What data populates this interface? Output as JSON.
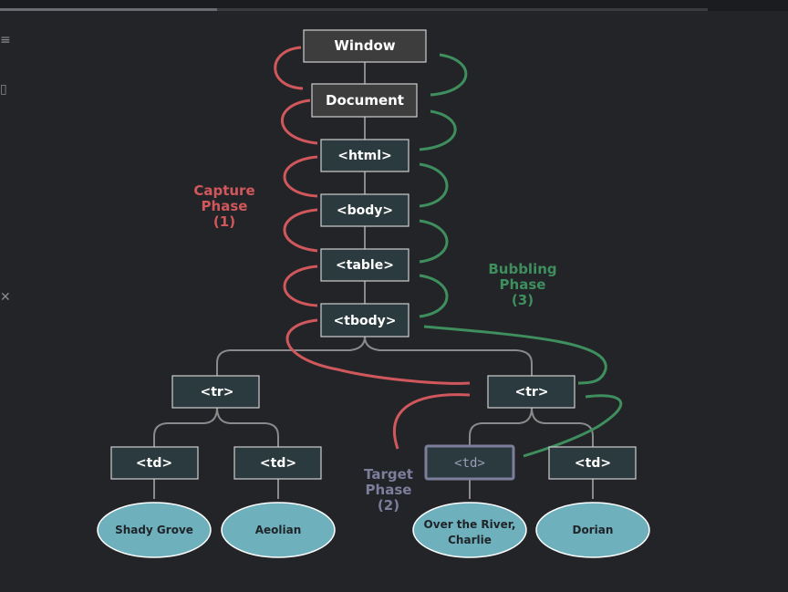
{
  "nodes": {
    "window": "Window",
    "document": "Document",
    "html": "<html>",
    "body": "<body>",
    "table": "<table>",
    "tbody": "<tbody>",
    "tr_left": "<tr>",
    "tr_right": "<tr>",
    "td1": "<td>",
    "td2": "<td>",
    "td_target": "<td>",
    "td4": "<td>"
  },
  "leaves": {
    "leaf1": "Shady Grove",
    "leaf2": "Aeolian",
    "leaf3_line1": "Over the River,",
    "leaf3_line2": "Charlie",
    "leaf4": "Dorian"
  },
  "phases": {
    "capture": {
      "line1": "Capture",
      "line2": "Phase",
      "line3": "(1)",
      "color": "#d0585c"
    },
    "bubbling": {
      "line1": "Bubbling",
      "line2": "Phase",
      "line3": "(3)",
      "color": "#3e8e5e"
    },
    "target": {
      "line1": "Target",
      "line2": "Phase",
      "line3": "(2)",
      "color": "#7c7e9c"
    }
  },
  "colors": {
    "background": "#232427",
    "node_fill": "#2b3a3e",
    "window_fill": "#3d3d3d",
    "leaf_fill": "#6fb0bd",
    "connector": "#8a8a8a"
  },
  "side_icons": [
    "menu-icon",
    "square-icon",
    "close-icon"
  ]
}
